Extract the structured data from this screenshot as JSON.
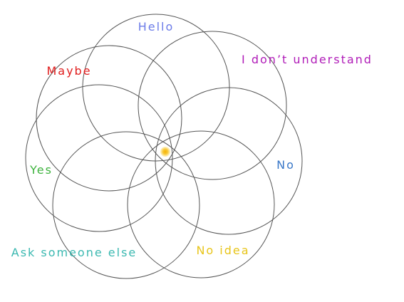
{
  "answers": [
    {
      "id": "hello",
      "text": "Hello",
      "color": "#6b7be8"
    },
    {
      "id": "dont-understand",
      "text": "I don’t understand",
      "color": "#b01cb8"
    },
    {
      "id": "no",
      "text": "No",
      "color": "#3a78c8"
    },
    {
      "id": "no-idea",
      "text": "No idea",
      "color": "#e8c51a"
    },
    {
      "id": "ask-someone-else",
      "text": "Ask someone else",
      "color": "#3ab8b0"
    },
    {
      "id": "yes",
      "text": "Yes",
      "color": "#3cb23c"
    },
    {
      "id": "maybe",
      "text": "Maybe",
      "color": "#e01c1c"
    }
  ],
  "circle_stroke": "#555555",
  "pointer_color": "#f6b400"
}
